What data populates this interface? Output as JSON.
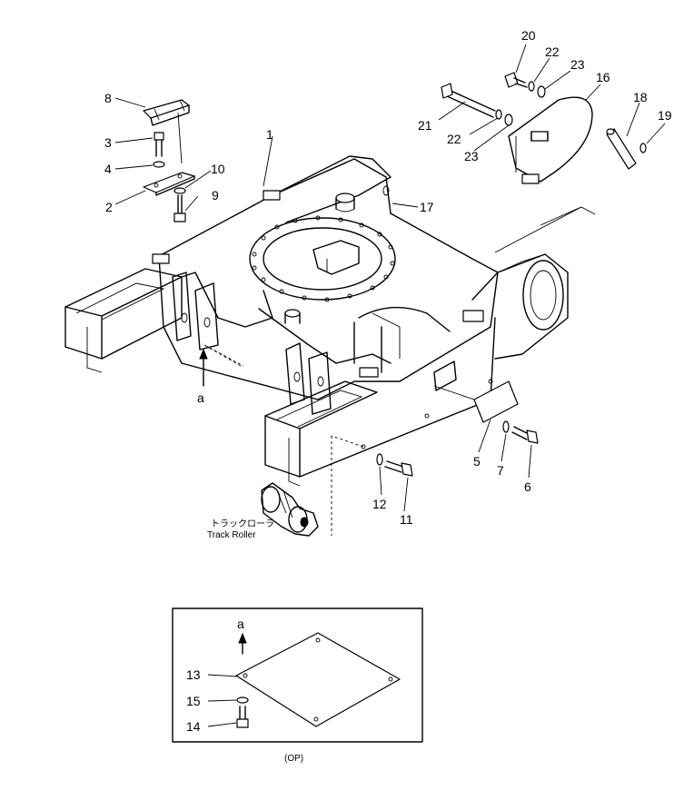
{
  "labels": {
    "n1": "1",
    "n2": "2",
    "n3": "3",
    "n4": "4",
    "n5": "5",
    "n6": "6",
    "n7": "7",
    "n8": "8",
    "n9": "9",
    "n10": "10",
    "n11": "11",
    "n12": "12",
    "n13": "13",
    "n14": "14",
    "n15": "15",
    "n16": "16",
    "n17": "17",
    "n18": "18",
    "n19": "19",
    "n20": "20",
    "n21": "21",
    "n22a": "22",
    "n22b": "22",
    "n23a": "23",
    "n23b": "23",
    "view_a": "a",
    "view_a_inset": "a"
  },
  "track_roller": {
    "jp": "トラックローラ",
    "en": "Track Roller"
  },
  "inset": {
    "caption": "(OP)"
  }
}
